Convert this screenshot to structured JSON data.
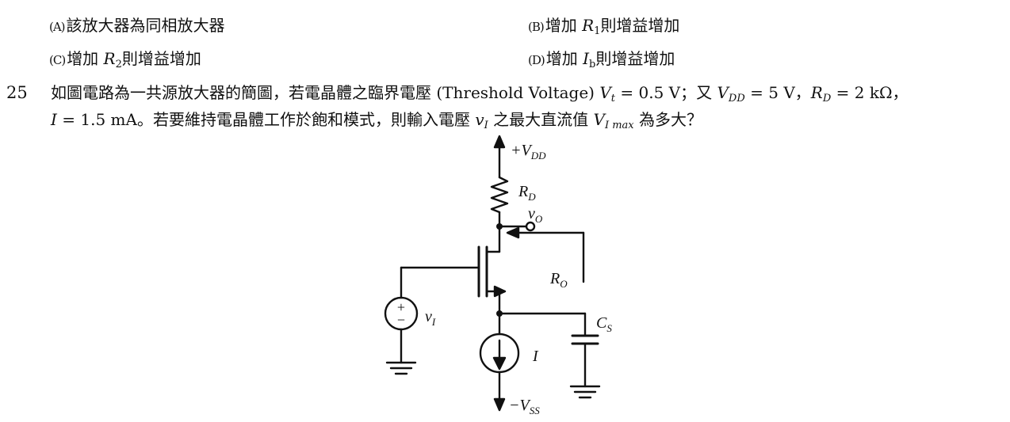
{
  "options": {
    "A": {
      "marker": "(A)",
      "text": "該放大器為同相放大器"
    },
    "B": {
      "marker": "(B)",
      "text_pre": "增加 ",
      "sym": "R",
      "sub": "1",
      "text_post": "則增益增加"
    },
    "C": {
      "marker": "(C)",
      "text_pre": "增加 ",
      "sym": "R",
      "sub": "2",
      "text_post": "則增益增加"
    },
    "D": {
      "marker": "(D)",
      "text_pre": "增加 ",
      "sym": "I",
      "sub": "b",
      "text_post": "則增益增加"
    }
  },
  "question": {
    "number": "25",
    "line1": {
      "t1": "如圖電路為一共源放大器的簡圖，若電晶體之臨界電壓 (Threshold Voltage) ",
      "vt_sym": "V",
      "vt_sub": "t",
      "t2": " = 0.5 V；又 ",
      "vdd_sym": "V",
      "vdd_sub": "DD",
      "t3": " = 5 V，",
      "rd_sym": "R",
      "rd_sub": "D",
      "t4": " = 2 kΩ，"
    },
    "line2": {
      "i_sym": "I",
      "t1": " = 1.5 mA。若要維持電晶體工作於飽和模式，則輸入電壓 ",
      "vi_sym": "v",
      "vi_sub": "I",
      "t2": " 之最大直流值 ",
      "vmax_sym": "V",
      "vmax_sub": "I max",
      "t3": " 為多大？"
    }
  },
  "figure": {
    "vdd_label": "+V",
    "vdd_sub": "DD",
    "rd_label": "R",
    "rd_sub": "D",
    "vo_label": "v",
    "vo_sub": "O",
    "ro_label": "R",
    "ro_sub": "O",
    "vi_label": "v",
    "vi_sub": "I",
    "cs_label": "C",
    "cs_sub": "S",
    "i_label": "I",
    "vss_label": "−V",
    "vss_sub": "SS",
    "plus": "+",
    "minus": "−"
  }
}
